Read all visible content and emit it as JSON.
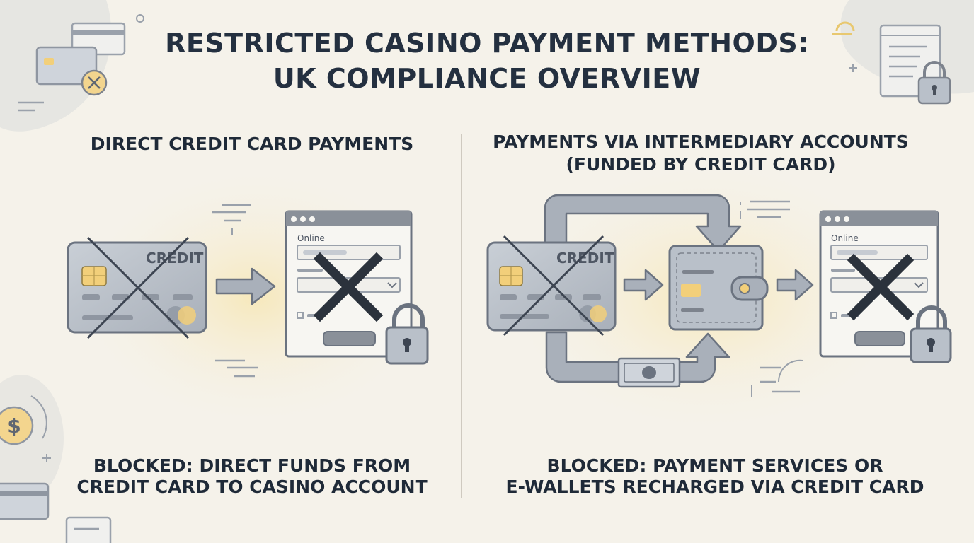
{
  "title": {
    "line1": "RESTRICTED CASINO PAYMENT METHODS:",
    "line2": "UK COMPLIANCE OVERVIEW"
  },
  "left_panel": {
    "heading": "DIRECT CREDIT CARD PAYMENTS",
    "card_label": "CREDIT",
    "window_label": "Online",
    "caption_line1": "BLOCKED: DIRECT FUNDS FROM",
    "caption_line2": "CREDIT CARD TO CASINO ACCOUNT"
  },
  "right_panel": {
    "heading_line1": "PAYMENTS VIA INTERMEDIARY ACCOUNTS",
    "heading_line2": "(FUNDED BY CREDIT CARD)",
    "card_label": "CREDIT",
    "window_label": "Online",
    "caption_line1": "BLOCKED: PAYMENT SERVICES OR",
    "caption_line2": "E-WALLETS RECHARGED VIA CREDIT CARD"
  },
  "decor": {
    "coin_symbol": "$"
  },
  "colors": {
    "text": "#1f2a38",
    "card": "#b9c0c9",
    "stroke": "#6b7380",
    "accent_yellow": "#f2cf7a",
    "window_bar": "#8a9099"
  }
}
